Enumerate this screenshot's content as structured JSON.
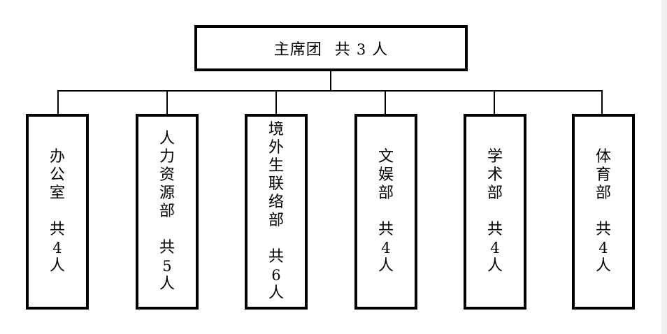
{
  "org_chart": {
    "root": {
      "name": "主席团",
      "count_prefix": "共",
      "count": "3",
      "count_suffix": "人"
    },
    "departments": [
      {
        "name": "办公室",
        "count_prefix": "共",
        "count": "4",
        "count_suffix": "人"
      },
      {
        "name": "人力资源部",
        "count_prefix": "共",
        "count": "5",
        "count_suffix": "人"
      },
      {
        "name": "境外生联络部",
        "count_prefix": "共",
        "count": "6",
        "count_suffix": "人"
      },
      {
        "name": "文娱部",
        "count_prefix": "共",
        "count": "4",
        "count_suffix": "人"
      },
      {
        "name": "学术部",
        "count_prefix": "共",
        "count": "4",
        "count_suffix": "人"
      },
      {
        "name": "体育部",
        "count_prefix": "共",
        "count": "4",
        "count_suffix": "人"
      }
    ]
  }
}
